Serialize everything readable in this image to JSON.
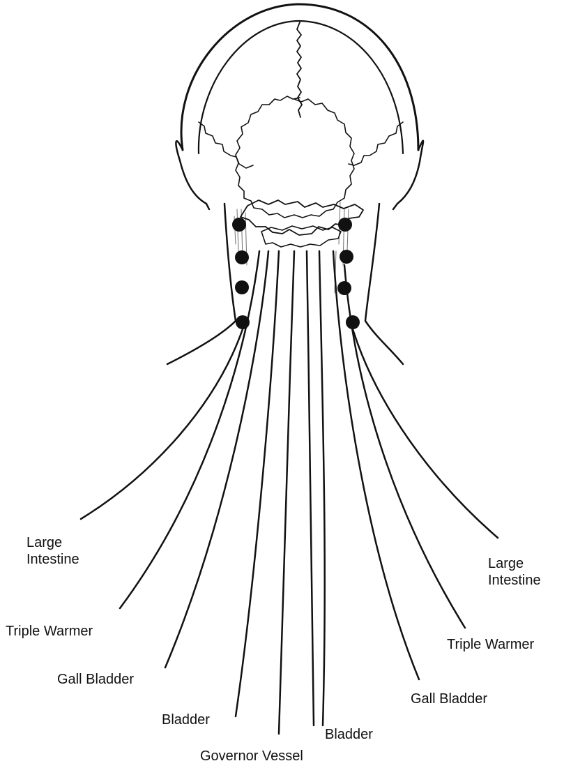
{
  "labels": {
    "large_intestine_left": "Large\nIntestine",
    "large_intestine_right": "Large\nIntestine",
    "triple_warmer_left": "Triple Warmer",
    "triple_warmer_right": "Triple Warmer",
    "gall_bladder_left": "Gall Bladder",
    "gall_bladder_right": "Gall Bladder",
    "bladder_left": "Bladder",
    "bladder_right": "Bladder",
    "governor_vessel": "Governor Vessel"
  },
  "colors": {
    "ink": "#111111",
    "background": "#ffffff"
  }
}
